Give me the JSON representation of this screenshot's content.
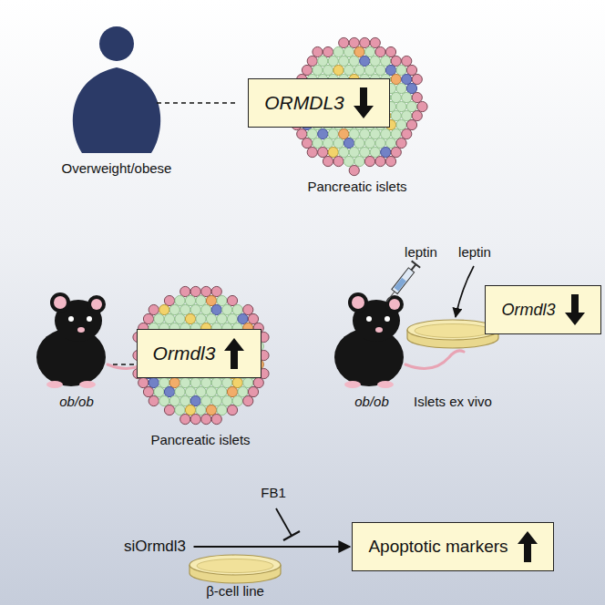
{
  "diagram": {
    "nodes": [
      {
        "text": [
          "ORMDL3"
        ]
      },
      {
        "text": [
          "Ormdl3"
        ]
      },
      {
        "text": [
          "Ormdl3"
        ]
      },
      {
        "text": [
          "siOrmdl3"
        ]
      },
      {
        "text": [
          "Apoptotic markers"
        ]
      }
    ],
    "edges": [
      {
        "from": 3,
        "to": 4,
        "arrow": "to"
      }
    ],
    "labels": [
      "Overweight/obese",
      "Pancreatic islets",
      "ob/ob",
      "Pancreatic islets",
      "leptin",
      "leptin",
      "ob/ob",
      "Islets ex vivo",
      "FB1",
      "β-cell line"
    ]
  }
}
